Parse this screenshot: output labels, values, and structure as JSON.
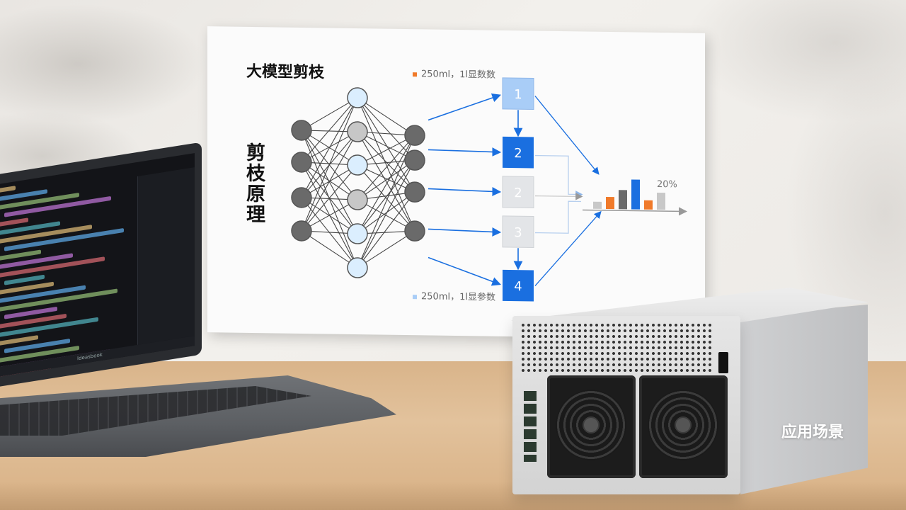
{
  "poster": {
    "title": "大模型剪枝",
    "vertical_title": "剪枝原理",
    "legend_top": "250ml，1l显数数",
    "legend_bottom": "250ml，1l显参数",
    "boxes": [
      "1",
      "2",
      "2",
      "3",
      "4"
    ],
    "percent_label": "20%"
  },
  "laptop": {
    "taskbar_text": "Ideasbook"
  },
  "scene": {
    "label": "应用场景"
  },
  "colors": {
    "accent_blue": "#1a6fe0",
    "light_blue": "#a9cdf7",
    "orange": "#f07a2a",
    "gray_node": "#6a6a6a"
  }
}
